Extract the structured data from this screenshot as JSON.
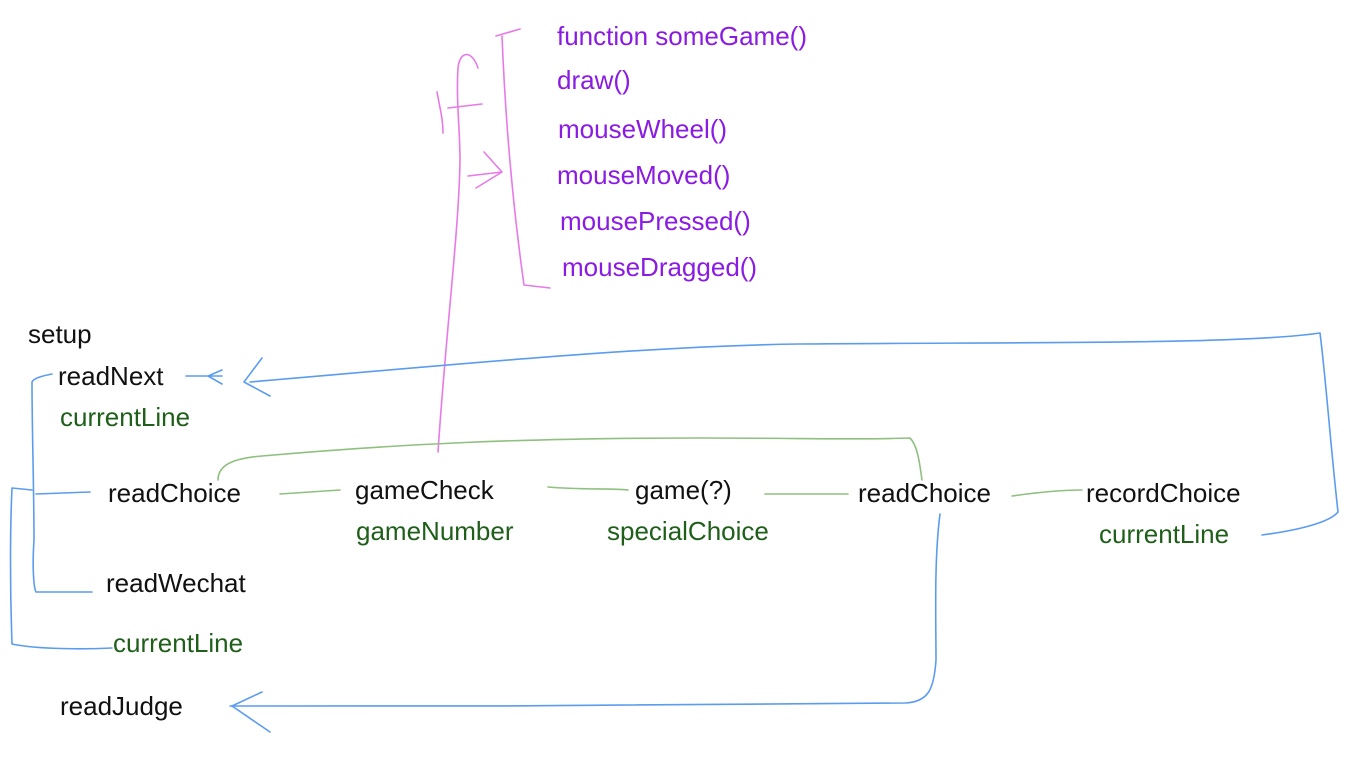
{
  "colors": {
    "function_text": "#8a1be2",
    "node_text": "#111111",
    "variable_text": "#1f5f1a",
    "blue_arrow": "#5b9cf0",
    "green_link": "#8fc07f",
    "pink_bracket": "#e77ae6"
  },
  "game_functions": [
    "function someGame()",
    "draw()",
    "mouseWheel()",
    "mouseMoved()",
    "mousePressed()",
    "mouseDragged()"
  ],
  "nodes": {
    "setup": "setup",
    "read_next": "readNext",
    "read_next_var": "currentLine",
    "read_choice_1": "readChoice",
    "game_check": "gameCheck",
    "game_check_var": "gameNumber",
    "game": "game(?)",
    "game_var": "specialChoice",
    "read_choice_2": "readChoice",
    "record_choice": "recordChoice",
    "record_choice_var": "currentLine",
    "read_wechat": "readWechat",
    "read_wechat_var": "currentLine",
    "read_judge": "readJudge"
  }
}
